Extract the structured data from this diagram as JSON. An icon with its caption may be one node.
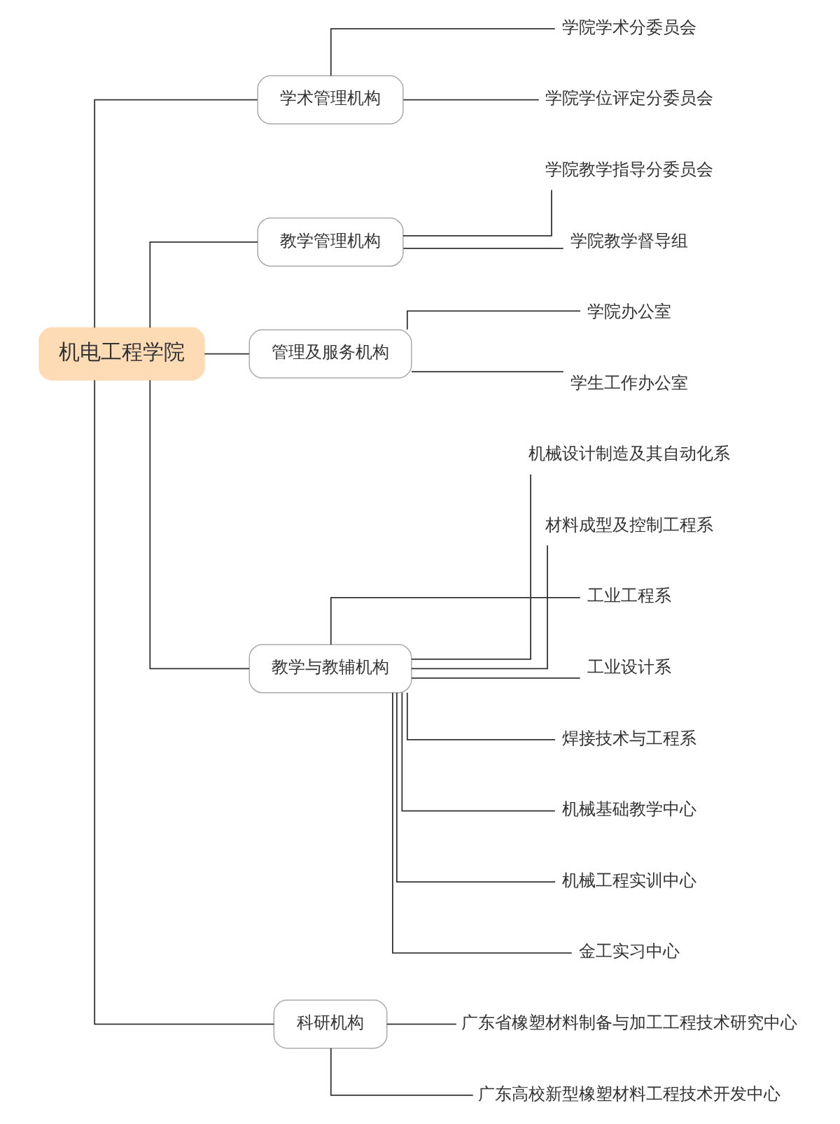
{
  "diagram": {
    "nodes": [
      {
        "text": [
          "机电工程学院"
        ]
      },
      {
        "text": [
          "学术管理机构"
        ]
      },
      {
        "text": [
          "学院学术分委员会"
        ]
      },
      {
        "text": [
          "学院学位评定分委员会"
        ]
      },
      {
        "text": [
          "教学管理机构"
        ]
      },
      {
        "text": [
          "学院教学指导分委员会"
        ]
      },
      {
        "text": [
          "学院教学督导组"
        ]
      },
      {
        "text": [
          "管理及服务机构"
        ]
      },
      {
        "text": [
          "学院办公室"
        ]
      },
      {
        "text": [
          "学生工作办公室"
        ]
      },
      {
        "text": [
          "教学与教辅机构"
        ]
      },
      {
        "text": [
          "机械设计制造及其自动化系"
        ]
      },
      {
        "text": [
          "材料成型及控制工程系"
        ]
      },
      {
        "text": [
          "工业工程系"
        ]
      },
      {
        "text": [
          "工业设计系"
        ]
      },
      {
        "text": [
          "焊接技术与工程系"
        ]
      },
      {
        "text": [
          "机械基础教学中心"
        ]
      },
      {
        "text": [
          "机械工程实训中心"
        ]
      },
      {
        "text": [
          "金工实习中心"
        ]
      },
      {
        "text": [
          "科研机构"
        ]
      },
      {
        "text": [
          "广东省橡塑材料制备与加工工程技术研究中心"
        ]
      },
      {
        "text": [
          "广东高校新型橡塑材料工程技术开发中心"
        ]
      }
    ],
    "edges": [
      {
        "from": 0,
        "to": 1,
        "arrow": "none"
      },
      {
        "from": 1,
        "to": 2,
        "arrow": "none"
      },
      {
        "from": 1,
        "to": 3,
        "arrow": "none"
      },
      {
        "from": 0,
        "to": 4,
        "arrow": "none"
      },
      {
        "from": 4,
        "to": 5,
        "arrow": "none"
      },
      {
        "from": 4,
        "to": 6,
        "arrow": "none"
      },
      {
        "from": 0,
        "to": 7,
        "arrow": "none"
      },
      {
        "from": 7,
        "to": 8,
        "arrow": "none"
      },
      {
        "from": 7,
        "to": 9,
        "arrow": "none"
      },
      {
        "from": 0,
        "to": 10,
        "arrow": "none"
      },
      {
        "from": 10,
        "to": 11,
        "arrow": "none"
      },
      {
        "from": 10,
        "to": 12,
        "arrow": "none"
      },
      {
        "from": 10,
        "to": 13,
        "arrow": "none"
      },
      {
        "from": 10,
        "to": 14,
        "arrow": "none"
      },
      {
        "from": 10,
        "to": 15,
        "arrow": "none"
      },
      {
        "from": 10,
        "to": 16,
        "arrow": "none"
      },
      {
        "from": 10,
        "to": 17,
        "arrow": "none"
      },
      {
        "from": 10,
        "to": 18,
        "arrow": "none"
      },
      {
        "from": 0,
        "to": 19,
        "arrow": "none"
      },
      {
        "from": 19,
        "to": 20,
        "arrow": "none"
      },
      {
        "from": 19,
        "to": 21,
        "arrow": "none"
      }
    ]
  }
}
